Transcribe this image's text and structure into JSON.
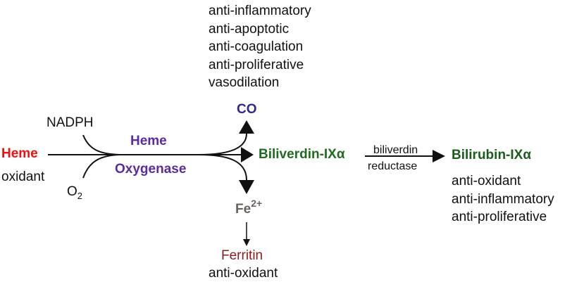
{
  "effects_co": [
    "anti-inflammatory",
    "anti-apoptotic",
    "anti-coagulation",
    "anti-proliferative",
    "vasodilation"
  ],
  "co": "CO",
  "nadph": "NADPH",
  "heme_substrate": "Heme",
  "oxidant": "oxidant",
  "o2": {
    "base": "O",
    "sub": "2"
  },
  "enzyme": {
    "line1": "Heme",
    "line2": "Oxygenase"
  },
  "biliverdin": "Biliverdin-IXα",
  "reductase": {
    "line1": "biliverdin",
    "line2": "reductase"
  },
  "bilirubin": "Bilirubin-IXα",
  "effects_bilirubin": [
    "anti-oxidant",
    "anti-inflammatory",
    "anti-proliferative"
  ],
  "fe": {
    "base": "Fe",
    "sup": "2+"
  },
  "ferritin": "Ferritin",
  "ferritin_effect": "anti-oxidant",
  "colors": {
    "heme": "#ee1111",
    "enzyme": "#5a2ca0",
    "co": "#2e2a8c",
    "biliverdin": "#1f6b1f",
    "bilirubin": "#1a5c1a",
    "fe": "#6b6060",
    "ferritin": "#8b1a1a",
    "text": "#111111"
  }
}
